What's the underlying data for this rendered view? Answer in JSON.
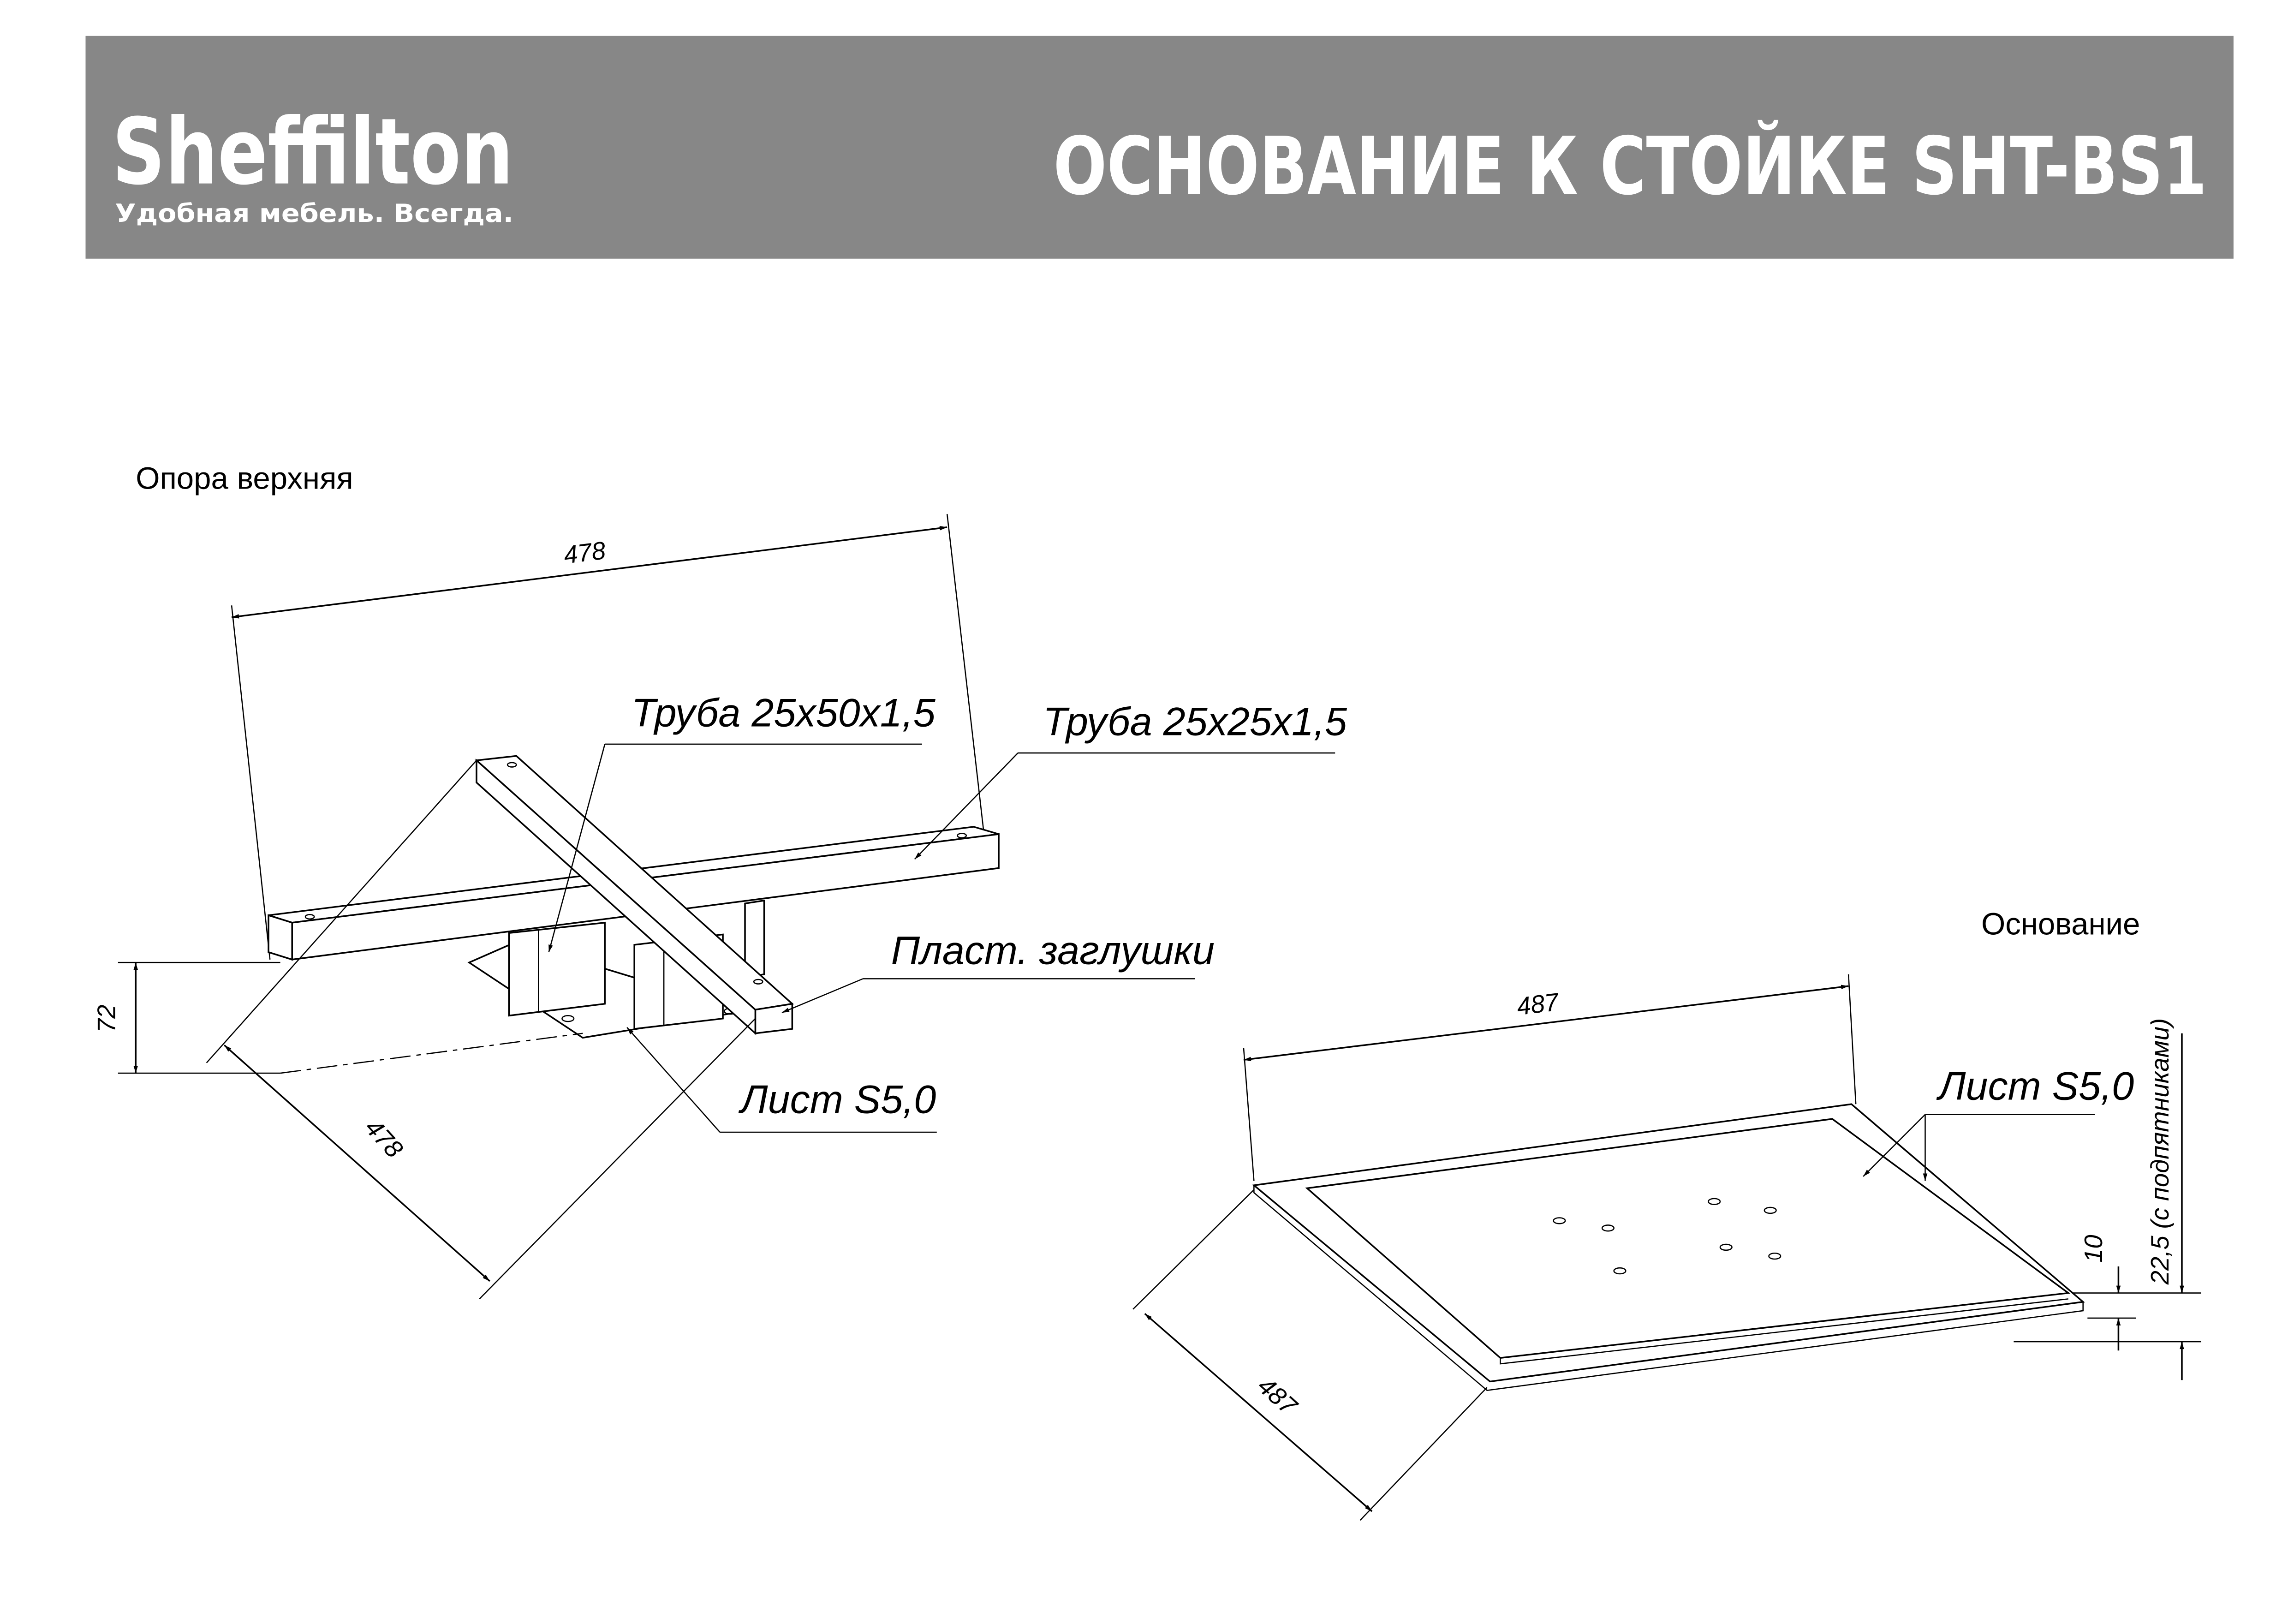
{
  "header": {
    "logo": "Sheffilton",
    "tagline": "Удобная мебель. Всегда.",
    "title": "ОСНОВАНИЕ К СТОЙКЕ SHT-BS1",
    "background_color": "#878787"
  },
  "upper_support": {
    "label": "Опора верхняя",
    "dim_width": "478",
    "dim_depth": "478",
    "dim_height": "72",
    "callouts": [
      "Труба 25x50x1,5",
      "Труба 25x25x1,5",
      "Пласт. заглушки",
      "Лист S5,0"
    ]
  },
  "base": {
    "label": "Основание",
    "dim_width": "487",
    "dim_depth": "487",
    "dim_thickness": "10",
    "dim_total": "22,5 (с подпятниками)",
    "callout": "Лист S5,0"
  }
}
